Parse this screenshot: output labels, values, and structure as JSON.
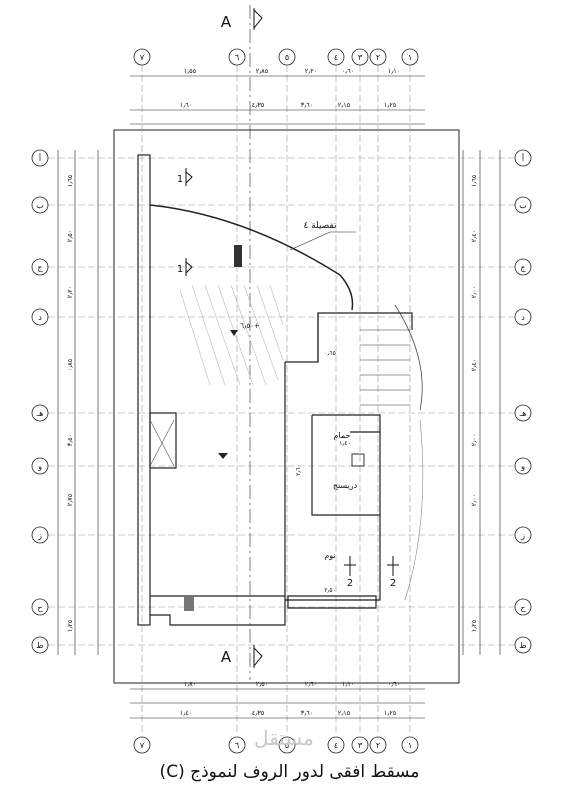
{
  "title": "مسقط افقى لدور الروف لنموذج",
  "title_suffix": "(C)",
  "watermark": "مستقل",
  "section_marker": "A",
  "section_number_1": "1",
  "section_number_2": "2",
  "detail_label": "تفصيلة ٤",
  "level_label": "٦٫٥٠+",
  "column_axes": [
    "٧",
    "٦",
    "٥",
    "٤",
    "٣",
    "٢",
    "١"
  ],
  "row_axes": [
    "أ",
    "ب",
    "ج",
    "د",
    "هـ",
    "و",
    "ز",
    "ح",
    "ط"
  ],
  "room_labels": {
    "bath": "حمام",
    "dressing": "دريسنج",
    "bedroom": "نوم"
  },
  "top_dims_row1": [
    "١٫٥٥",
    "٢٫٨٥",
    "٢٫٢٠",
    "٠٫٦٠",
    "١٫١٠"
  ],
  "top_dims_row2": [
    "١٫٦٠",
    "٤٫٣٥",
    "٣٫٦٠",
    "٢٫١٥",
    "١٫٢٥"
  ],
  "bottom_dims_row1": [
    "١٫٨٠",
    "٢٫٥٠",
    "٢٫٦٠",
    "١٫١٠",
    "٠٫٦٠"
  ],
  "bottom_dims_row2": [
    "١٫٤٠",
    "٤٫٣٥",
    "٣٫٦٠",
    "٢٫١٥",
    "١٫٢٥"
  ],
  "left_dims": [
    "١٫٦٥",
    "٢٫٥٠",
    "٢٫٢٠",
    "٠٫٨٥",
    "٣٫٥٠",
    "٢٫٧٥",
    "١٫٢٥"
  ],
  "right_dims": [
    "١٫٦٥",
    "٢٫٤٠",
    "٢٫٠٠",
    "٢٫٤٠",
    "٢٫٠٠",
    "٢٫٠٠",
    "١٫٢٥"
  ],
  "room_dims": [
    "٠٫٦٥",
    "١٫٤٠",
    "٢٫٥٠",
    "٢٫٦٠"
  ],
  "line_color": "#222222",
  "grid_color": "#9a9a9a"
}
